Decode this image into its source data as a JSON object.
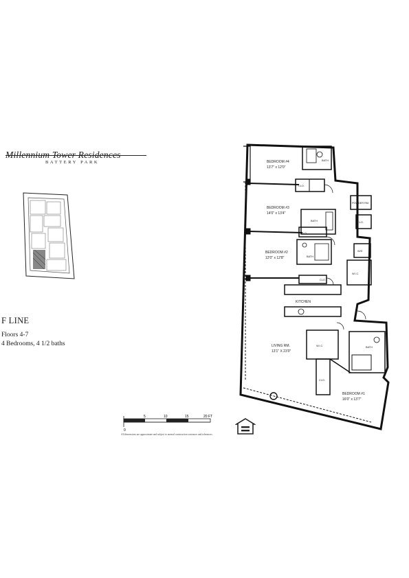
{
  "brand": {
    "title": "Millennium Tower Residences",
    "subtitle": "BATTERY PARK"
  },
  "unit": {
    "line": "F LINE",
    "floors": "Floors 4-7",
    "summary": "4 Bedrooms, 4 1/2 baths"
  },
  "rooms": {
    "bedroom4": {
      "name": "BEDROOM #4",
      "size": "13'7\" x 12'0\""
    },
    "bedroom3": {
      "name": "BEDROOM #3",
      "size": "14'0\" x 13'4\""
    },
    "bedroom2": {
      "name": "BEDROOM #2",
      "size": "12'0\" x 12'8\""
    },
    "living": {
      "name": "LIVING RM.",
      "size": "13'1\" X 23'0\""
    },
    "bedroom1": {
      "name": "BEDROOM #1",
      "size": "16'0\" x 13'7\""
    },
    "kitchen": "KITCHEN",
    "powder": "POWDER RM.",
    "bath": "BATH",
    "wic": "W.I.C.",
    "clo": "CLO.",
    "wd": "W/D"
  },
  "scale": {
    "ticks": [
      "0",
      "5",
      "10",
      "15",
      "20 FT"
    ]
  },
  "disclaimer": "All dimensions are approximate and subject to normal construction variances and tolerances.",
  "icons": {
    "equal_housing": "equal-housing-icon"
  }
}
